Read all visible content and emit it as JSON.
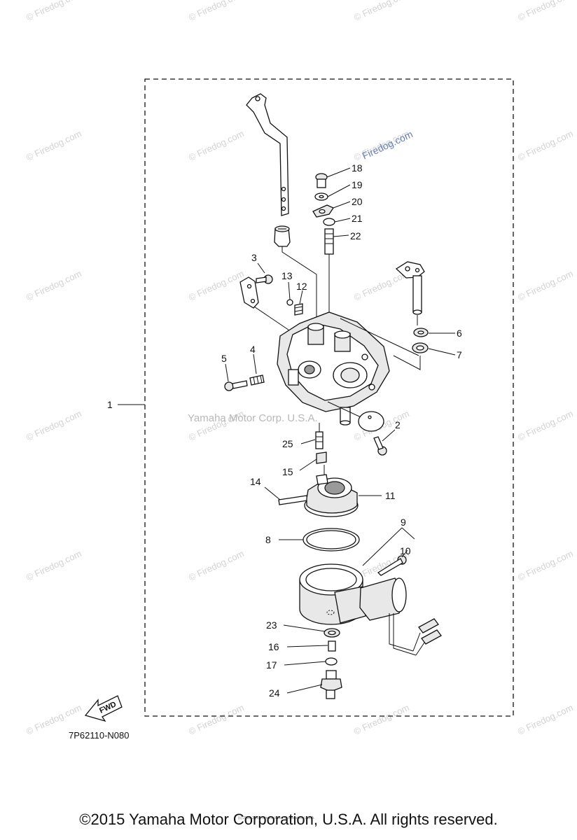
{
  "diagram": {
    "part_numbers": [
      "1",
      "2",
      "3",
      "4",
      "5",
      "6",
      "7",
      "8",
      "9",
      "10",
      "11",
      "12",
      "13",
      "14",
      "15",
      "16",
      "17",
      "18",
      "19",
      "20",
      "21",
      "22",
      "23",
      "24",
      "25"
    ],
    "drawing_code": "7P62110-N080",
    "fwd_label": "FWD",
    "center_watermark": "Yamaha Motor Corp. U.S.A.",
    "watermark_text": "© Firedog.com",
    "blue_watermark": "Firedog.com",
    "tiny_copyright": "(c) 2006-2015 Yamaha Motor Corporation, U.S.A."
  },
  "footer": {
    "copyright": "©2015 Yamaha Motor Corporation, U.S.A. All rights reserved."
  }
}
